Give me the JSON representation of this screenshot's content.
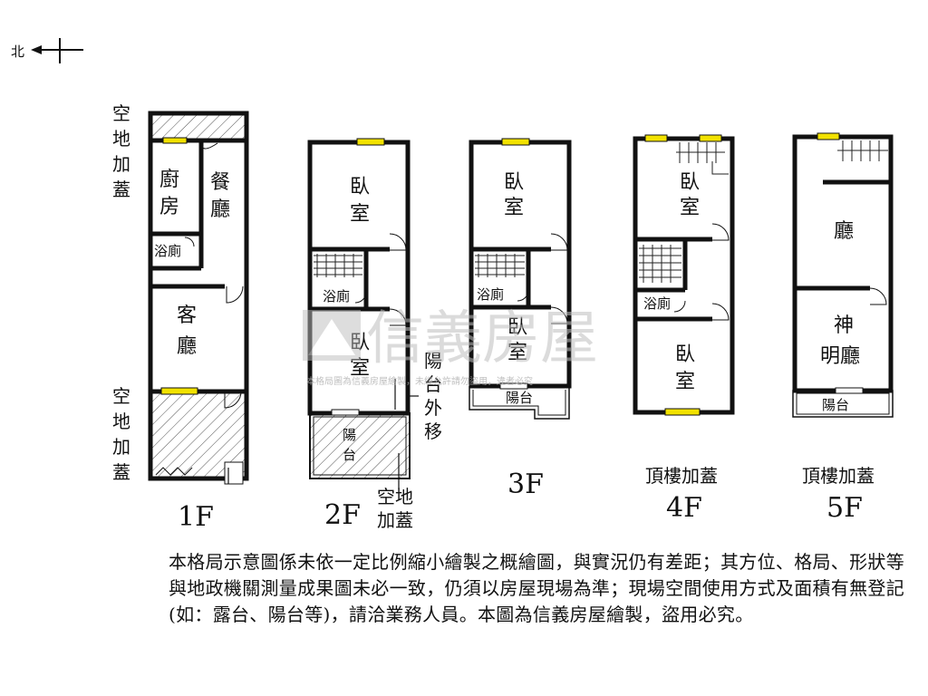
{
  "compass": {
    "label": "北"
  },
  "floors": {
    "f1": {
      "label": "1F",
      "rooms": {
        "kitchen": "廚\n房",
        "dining": "餐\n廳",
        "bath": "浴廁",
        "living": "客\n廳"
      },
      "annot_top": "空\n地\n加\n蓋",
      "annot_bottom": "空\n地\n加\n蓋"
    },
    "f2": {
      "label": "2F",
      "rooms": {
        "bed1": "臥\n室",
        "bath": "浴廁",
        "bed2": "臥\n室",
        "balcony": "陽\n台"
      },
      "annot_side": "陽\n台\n外\n移",
      "annot_bottom": "空地\n加蓋"
    },
    "f3": {
      "label": "3F",
      "rooms": {
        "bed1": "臥\n室",
        "bath": "浴廁",
        "bed2": "臥\n室",
        "balcony": "陽台"
      }
    },
    "f4": {
      "label": "4F",
      "caption": "頂樓加蓋",
      "rooms": {
        "bed1": "臥\n室",
        "bath": "浴廁",
        "bed2": "臥\n室"
      }
    },
    "f5": {
      "label": "5F",
      "caption": "頂樓加蓋",
      "rooms": {
        "hall": "廳",
        "shrine": "神\n明廳",
        "balcony": "陽台"
      }
    }
  },
  "watermark": {
    "brand": "信義房屋",
    "notice": "本格局圖為信義房屋繪製，未經允許請勿盜用，違者必究"
  },
  "disclaimer": "本格局示意圖係未依一定比例縮小繪製之概繪圖，與實況仍有差距；其方位、格局、形狀等與地政機關測量成果圖未必一致，仍須以房屋現場為準；現場空間使用方式及面積有無登記(如：露台、陽台等)，請洽業務人員。本圖為信義房屋繪製，盜用必究。",
  "colors": {
    "wall": "#111111",
    "window": "#f2e200",
    "hatch": "#555555",
    "watermark": "#bfbfbf"
  }
}
